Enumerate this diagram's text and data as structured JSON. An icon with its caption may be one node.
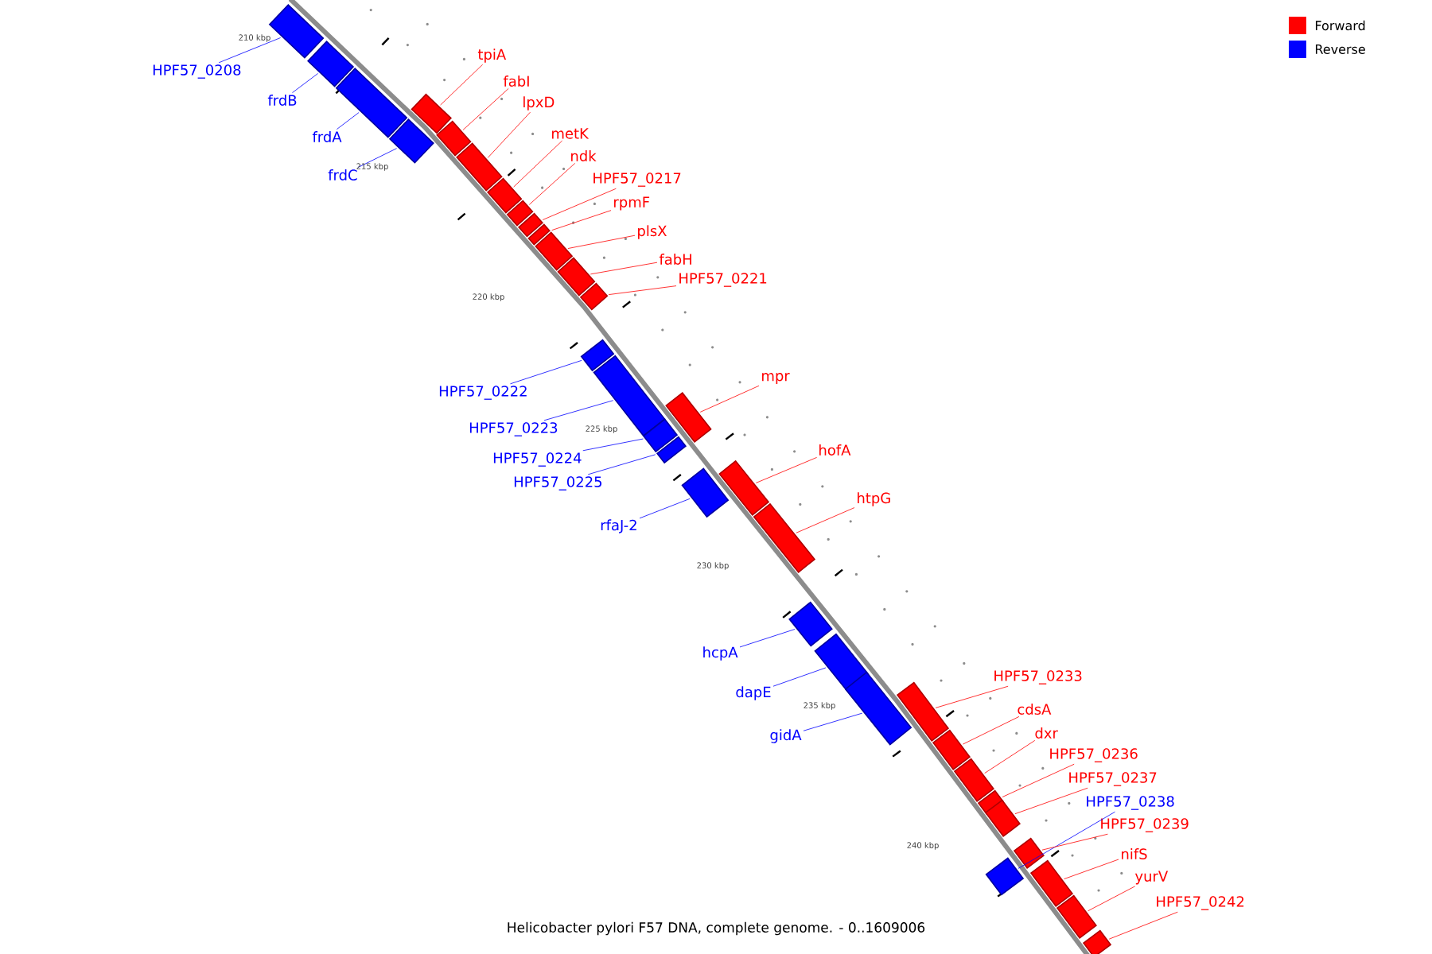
{
  "diagram": {
    "caption": "Helicobacter pylori F57 DNA, complete genome. - 0..1609006",
    "nodes": [
      {
        "text": [
          "HPF57_0208"
        ]
      },
      {
        "text": [
          "frdB"
        ]
      },
      {
        "text": [
          "frdA"
        ]
      },
      {
        "text": [
          "frdC"
        ]
      },
      {
        "text": [
          "tpiA"
        ]
      },
      {
        "text": [
          "fabI"
        ]
      },
      {
        "text": [
          "lpxD"
        ]
      },
      {
        "text": [
          "metK"
        ]
      },
      {
        "text": [
          "ndk"
        ]
      },
      {
        "text": [
          "HPF57_0217"
        ]
      },
      {
        "text": [
          "rpmF"
        ]
      },
      {
        "text": [
          "plsX"
        ]
      },
      {
        "text": [
          "fabH"
        ]
      },
      {
        "text": [
          "HPF57_0221"
        ]
      },
      {
        "text": [
          "HPF57_0222"
        ]
      },
      {
        "text": [
          "HPF57_0223"
        ]
      },
      {
        "text": [
          "HPF57_0224"
        ]
      },
      {
        "text": [
          "HPF57_0225"
        ]
      },
      {
        "text": [
          "mpr"
        ]
      },
      {
        "text": [
          "rfaJ-2"
        ]
      },
      {
        "text": [
          "hofA"
        ]
      },
      {
        "text": [
          "htpG"
        ]
      },
      {
        "text": [
          "hcpA"
        ]
      },
      {
        "text": [
          "dapE"
        ]
      },
      {
        "text": [
          "gidA"
        ]
      },
      {
        "text": [
          "HPF57_0233"
        ]
      },
      {
        "text": [
          "cdsA"
        ]
      },
      {
        "text": [
          "dxr"
        ]
      },
      {
        "text": [
          "HPF57_0236"
        ]
      },
      {
        "text": [
          "HPF57_0237"
        ]
      },
      {
        "text": [
          "HPF57_0238"
        ]
      },
      {
        "text": [
          "HPF57_0239"
        ]
      },
      {
        "text": [
          "nifS"
        ]
      },
      {
        "text": [
          "yurV"
        ]
      },
      {
        "text": [
          "HPF57_0242"
        ]
      },
      {
        "text": [],
        "shape": "bar"
      },
      {
        "text": [],
        "shape": "bar"
      },
      {
        "text": [],
        "shape": "bar"
      },
      {
        "text": [],
        "shape": "bar"
      },
      {
        "text": [],
        "shape": "bar"
      },
      {
        "text": [],
        "shape": "bar"
      },
      {
        "text": [],
        "shape": "bar"
      },
      {
        "text": [],
        "shape": "bar"
      },
      {
        "text": [],
        "shape": "bar"
      },
      {
        "text": [],
        "shape": "bar"
      },
      {
        "text": [],
        "shape": "bar"
      },
      {
        "text": [],
        "shape": "bar"
      },
      {
        "text": [],
        "shape": "bar"
      },
      {
        "text": [],
        "shape": "bar"
      },
      {
        "text": [],
        "shape": "bar"
      },
      {
        "text": [],
        "shape": "bar"
      },
      {
        "text": [],
        "shape": "bar"
      },
      {
        "text": [],
        "shape": "bar"
      },
      {
        "text": [],
        "shape": "bar"
      },
      {
        "text": [],
        "shape": "bar"
      },
      {
        "text": [],
        "shape": "bar"
      },
      {
        "text": [],
        "shape": "bar"
      },
      {
        "text": [],
        "shape": "bar"
      },
      {
        "text": [],
        "shape": "bar"
      },
      {
        "text": [],
        "shape": "bar"
      },
      {
        "text": [],
        "shape": "bar"
      },
      {
        "text": [],
        "shape": "bar"
      },
      {
        "text": [],
        "shape": "bar"
      },
      {
        "text": [],
        "shape": "bar"
      },
      {
        "text": [],
        "shape": "bar"
      },
      {
        "text": [],
        "shape": "bar"
      },
      {
        "text": [],
        "shape": "bar"
      },
      {
        "text": [],
        "shape": "bar"
      },
      {
        "text": [],
        "shape": "bar"
      },
      {
        "text": [],
        "shape": "bar"
      }
    ],
    "edges": [
      {
        "from": 0,
        "to": 35,
        "arrow": "none",
        "color": "#0000ff"
      },
      {
        "from": 1,
        "to": 36,
        "arrow": "none",
        "color": "#0000ff"
      },
      {
        "from": 2,
        "to": 37,
        "arrow": "none",
        "color": "#0000ff"
      },
      {
        "from": 3,
        "to": 38,
        "arrow": "none",
        "color": "#0000ff"
      },
      {
        "from": 4,
        "to": 39,
        "arrow": "none"
      },
      {
        "from": 5,
        "to": 40,
        "arrow": "none"
      },
      {
        "from": 6,
        "to": 41,
        "arrow": "none"
      },
      {
        "from": 7,
        "to": 42,
        "arrow": "none"
      },
      {
        "from": 8,
        "to": 43,
        "arrow": "none"
      },
      {
        "from": 9,
        "to": 44,
        "arrow": "none"
      },
      {
        "from": 10,
        "to": 45,
        "arrow": "none"
      },
      {
        "from": 11,
        "to": 46,
        "arrow": "none"
      },
      {
        "from": 12,
        "to": 47,
        "arrow": "none"
      },
      {
        "from": 13,
        "to": 48,
        "arrow": "none"
      },
      {
        "from": 14,
        "to": 49,
        "arrow": "none",
        "color": "#0000ff"
      },
      {
        "from": 15,
        "to": 50,
        "arrow": "none",
        "color": "#0000ff"
      },
      {
        "from": 16,
        "to": 51,
        "arrow": "none",
        "color": "#0000ff"
      },
      {
        "from": 17,
        "to": 52,
        "arrow": "none",
        "color": "#0000ff"
      },
      {
        "from": 18,
        "to": 53,
        "arrow": "none"
      },
      {
        "from": 19,
        "to": 54,
        "arrow": "none",
        "color": "#0000ff"
      },
      {
        "from": 20,
        "to": 55,
        "arrow": "none"
      },
      {
        "from": 21,
        "to": 56,
        "arrow": "none"
      },
      {
        "from": 22,
        "to": 57,
        "arrow": "none",
        "color": "#0000ff"
      },
      {
        "from": 23,
        "to": 58,
        "arrow": "none",
        "color": "#0000ff"
      },
      {
        "from": 24,
        "to": 59,
        "arrow": "none",
        "color": "#0000ff"
      },
      {
        "from": 25,
        "to": 60,
        "arrow": "none"
      },
      {
        "from": 26,
        "to": 61,
        "arrow": "none"
      },
      {
        "from": 27,
        "to": 62,
        "arrow": "none"
      },
      {
        "from": 28,
        "to": 63,
        "arrow": "none"
      },
      {
        "from": 29,
        "to": 64,
        "arrow": "none"
      },
      {
        "from": 30,
        "to": 65,
        "arrow": "none",
        "color": "#0000ff"
      },
      {
        "from": 31,
        "to": 66,
        "arrow": "none"
      },
      {
        "from": 32,
        "to": 67,
        "arrow": "none"
      },
      {
        "from": 33,
        "to": 68,
        "arrow": "none"
      },
      {
        "from": 34,
        "to": 69,
        "arrow": "none"
      }
    ],
    "labels": [
      "210 kbp",
      "215 kbp",
      "220 kbp",
      "225 kbp",
      "230 kbp",
      "235 kbp",
      "240 kbp"
    ],
    "legend": [
      {
        "text": "Forward",
        "color": "#ff0000"
      },
      {
        "text": "Reverse",
        "color": "#0000ff"
      }
    ]
  }
}
